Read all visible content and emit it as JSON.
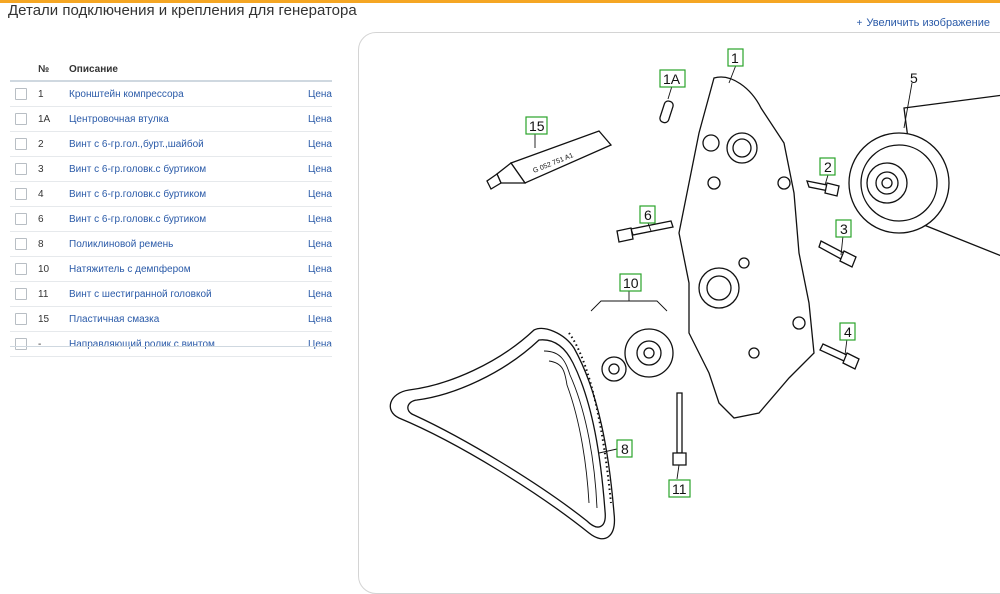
{
  "page": {
    "title": "Детали подключения и крепления для генератора",
    "zoom_link": "Увеличить изображение"
  },
  "table": {
    "header_no": "№",
    "header_desc": "Описание",
    "rows": [
      {
        "no": "1",
        "desc": "Кронштейн компрессора",
        "price": "Цена"
      },
      {
        "no": "1A",
        "desc": "Центровочная втулка",
        "price": "Цена"
      },
      {
        "no": "2",
        "desc": "Винт с 6-гр.гол.,бурт.,шайбой",
        "price": "Цена"
      },
      {
        "no": "3",
        "desc": "Винт с 6-гр.головк.с буртиком",
        "price": "Цена"
      },
      {
        "no": "4",
        "desc": "Винт с 6-гр.головк.с буртиком",
        "price": "Цена"
      },
      {
        "no": "6",
        "desc": "Винт с 6-гр.головк.с буртиком",
        "price": "Цена"
      },
      {
        "no": "8",
        "desc": "Поликлиновой ремень",
        "price": "Цена"
      },
      {
        "no": "10",
        "desc": "Натяжитель с демпфером",
        "price": "Цена"
      },
      {
        "no": "11",
        "desc": "Винт с шестигранной головкой",
        "price": "Цена"
      },
      {
        "no": "15",
        "desc": "Пластичная смазка",
        "price": "Цена"
      },
      {
        "no": "-",
        "desc": "Направляющий ролик с винтом",
        "price": "Цена"
      }
    ]
  },
  "diagram": {
    "callouts": {
      "c1": "1",
      "c1a": "1A",
      "c2": "2",
      "c3": "3",
      "c4": "4",
      "c5": "5",
      "c6": "6",
      "c8": "8",
      "c10": "10",
      "c11": "11",
      "c15": "15"
    },
    "tube_label": "G 052 751 A1"
  },
  "colors": {
    "accent": "#f5a623",
    "link": "#2a5aa8",
    "callout_border": "#2aa32a"
  }
}
